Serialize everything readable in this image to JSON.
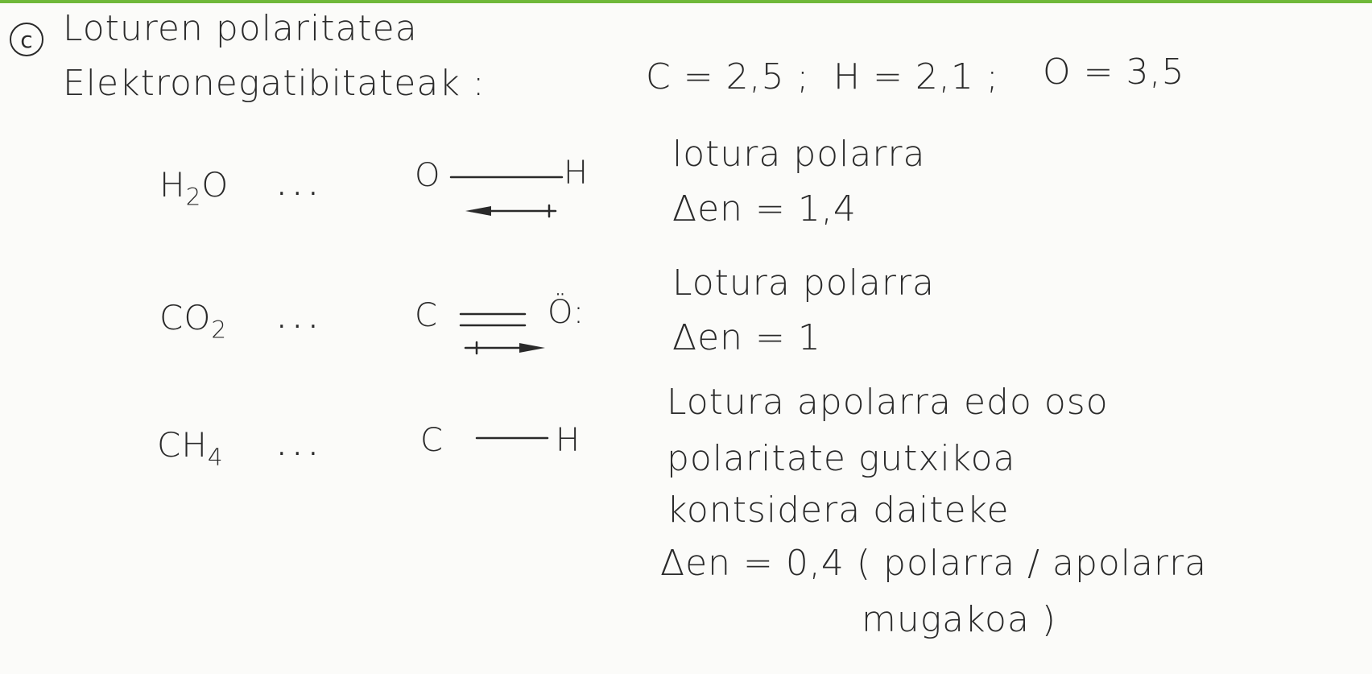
{
  "header": {
    "label": "c",
    "title": "Loturen polaritatea",
    "electroneg_label": "Elektronegatibitateak :",
    "en_values": [
      "C = 2,5 ;",
      "H = 2,1 ;",
      "O = 3,5"
    ]
  },
  "rows": [
    {
      "formula": "H",
      "formula_sub": "2",
      "formula_rest": "O",
      "dots": "...",
      "bond_left": "O",
      "bond_right": "H",
      "desc": [
        "lotura polarra",
        "Δen = 1,4"
      ]
    },
    {
      "formula": "CO",
      "formula_sub": "2",
      "formula_rest": "",
      "dots": "...",
      "bond_left": "C",
      "bond_right": "Ö:",
      "desc": [
        "Lotura polarra",
        "Δen = 1"
      ]
    },
    {
      "formula": "CH",
      "formula_sub": "4",
      "formula_rest": "",
      "dots": "...",
      "bond_left": "C",
      "bond_right": "H",
      "desc": [
        "Lotura apolarra edo oso",
        "polaritate gutxikoa",
        "kontsidera daiteke",
        "Δen = 0,4 ( polarra / apolarra",
        "mugakoa )"
      ]
    }
  ],
  "colors": {
    "ink": "#2a2a2a",
    "paper": "#fbfbf9",
    "accent_bar": "#6fb83a"
  }
}
